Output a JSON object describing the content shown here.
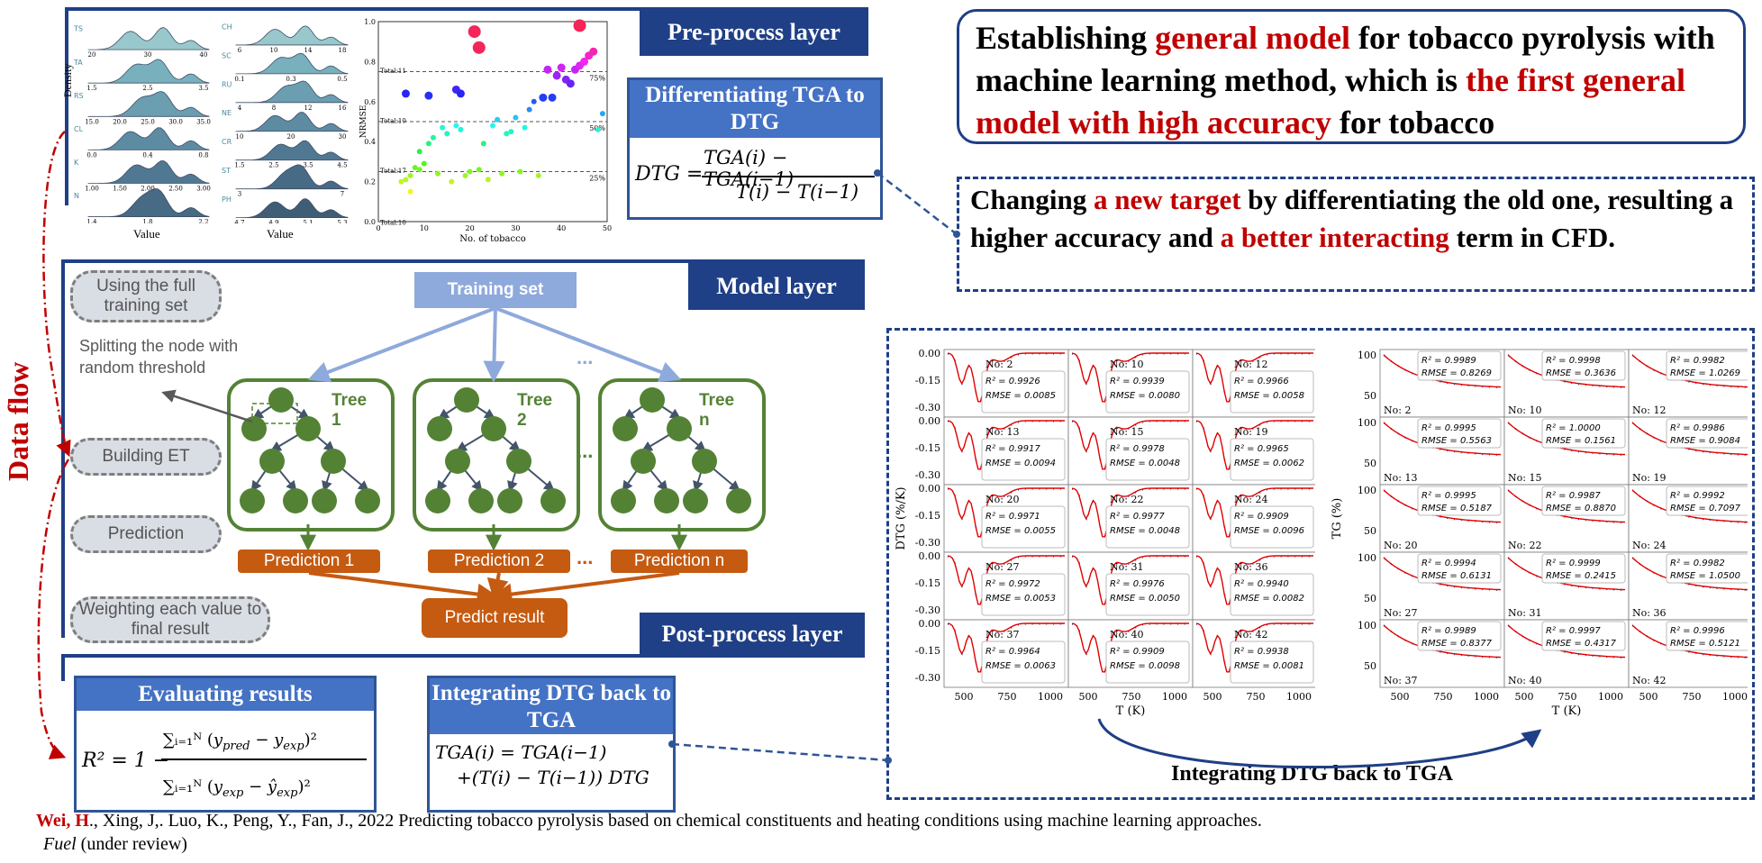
{
  "layers": {
    "preprocess": "Pre-process layer",
    "model": "Model layer",
    "postprocess": "Post-process layer"
  },
  "left_axis_label": "Data flow",
  "density": {
    "ylabel": "Density",
    "xlabel_left": "Value",
    "xlabel_right": "Value",
    "left_rows": [
      {
        "name": "TS",
        "ticks": [
          "20",
          "30",
          "40"
        ]
      },
      {
        "name": "TA",
        "ticks": [
          "1.5",
          "2.5",
          "3.5"
        ]
      },
      {
        "name": "RS",
        "ticks": [
          "15.0",
          "20.0",
          "25.0",
          "30.0",
          "35.0"
        ]
      },
      {
        "name": "CL",
        "ticks": [
          "0.0",
          "0.4",
          "0.8"
        ]
      },
      {
        "name": "K",
        "ticks": [
          "1.00",
          "1.50",
          "2.00",
          "2.50",
          "3.00"
        ]
      },
      {
        "name": "N",
        "ticks": [
          "1.4",
          "1.8",
          "2.2"
        ]
      }
    ],
    "right_rows": [
      {
        "name": "CH",
        "ticks": [
          "6",
          "10",
          "14",
          "18"
        ]
      },
      {
        "name": "SC",
        "ticks": [
          "0.1",
          "0.3",
          "0.5"
        ]
      },
      {
        "name": "RU",
        "ticks": [
          "4",
          "8",
          "12",
          "16"
        ]
      },
      {
        "name": "NE",
        "ticks": [
          "10",
          "20",
          "30"
        ]
      },
      {
        "name": "CR",
        "ticks": [
          "1.5",
          "2.5",
          "3.5",
          "4.5"
        ]
      },
      {
        "name": "ST",
        "ticks": [
          "3",
          "7"
        ]
      },
      {
        "name": "PH",
        "ticks": [
          "4.7",
          "4.9",
          "5.1",
          "5.3"
        ]
      }
    ]
  },
  "chart_data": {
    "type": "scatter",
    "xlabel": "No. of tobacco",
    "ylabel": "NRMSE",
    "xlim": [
      0,
      50
    ],
    "ylim": [
      0,
      1.0
    ],
    "xticks": [
      "0",
      "10",
      "20",
      "30",
      "40",
      "50"
    ],
    "yticks": [
      "0.0",
      "0.2",
      "0.4",
      "0.6",
      "0.8",
      "1.0"
    ],
    "threshold_lines": [
      {
        "y": 0.75,
        "label": "75%"
      },
      {
        "y": 0.5,
        "label": "50%"
      },
      {
        "y": 0.25,
        "label": "25%"
      }
    ],
    "total_labels": [
      "Total:11",
      "Total:10",
      "Total:17",
      "Total:10"
    ],
    "points": [
      {
        "x": 5,
        "y": 0.2
      },
      {
        "x": 6,
        "y": 0.21
      },
      {
        "x": 7,
        "y": 0.15
      },
      {
        "x": 7,
        "y": 0.23
      },
      {
        "x": 8,
        "y": 0.27
      },
      {
        "x": 9,
        "y": 0.26
      },
      {
        "x": 10,
        "y": 0.29
      },
      {
        "x": 9,
        "y": 0.35
      },
      {
        "x": 11,
        "y": 0.39
      },
      {
        "x": 12,
        "y": 0.42
      },
      {
        "x": 13,
        "y": 0.24
      },
      {
        "x": 14,
        "y": 0.47
      },
      {
        "x": 15,
        "y": 0.44
      },
      {
        "x": 16,
        "y": 0.2
      },
      {
        "x": 17,
        "y": 0.48
      },
      {
        "x": 18,
        "y": 0.46
      },
      {
        "x": 19,
        "y": 0.23
      },
      {
        "x": 20,
        "y": 0.25
      },
      {
        "x": 22,
        "y": 0.26
      },
      {
        "x": 23,
        "y": 0.39
      },
      {
        "x": 24,
        "y": 0.21
      },
      {
        "x": 25,
        "y": 0.48
      },
      {
        "x": 26,
        "y": 0.51
      },
      {
        "x": 27,
        "y": 0.24
      },
      {
        "x": 28,
        "y": 0.44
      },
      {
        "x": 29,
        "y": 0.45
      },
      {
        "x": 30,
        "y": 0.52
      },
      {
        "x": 31,
        "y": 0.25
      },
      {
        "x": 32,
        "y": 0.47
      },
      {
        "x": 33,
        "y": 0.56
      },
      {
        "x": 34,
        "y": 0.6
      },
      {
        "x": 35,
        "y": 0.23
      },
      {
        "x": 36,
        "y": 0.62
      },
      {
        "x": 38,
        "y": 0.62
      },
      {
        "x": 37,
        "y": 0.76
      },
      {
        "x": 39,
        "y": 0.73
      },
      {
        "x": 40,
        "y": 0.77
      },
      {
        "x": 41,
        "y": 0.71
      },
      {
        "x": 42,
        "y": 0.69
      },
      {
        "x": 43,
        "y": 0.76
      },
      {
        "x": 44,
        "y": 0.78
      },
      {
        "x": 45,
        "y": 0.8
      },
      {
        "x": 46,
        "y": 0.83
      },
      {
        "x": 47,
        "y": 0.85
      },
      {
        "x": 48,
        "y": 0.46
      },
      {
        "x": 49,
        "y": 0.54
      },
      {
        "x": 6,
        "y": 0.64
      },
      {
        "x": 11,
        "y": 0.63
      },
      {
        "x": 17,
        "y": 0.66
      },
      {
        "x": 18,
        "y": 0.64
      },
      {
        "x": 21,
        "y": 0.95
      },
      {
        "x": 22,
        "y": 0.87
      },
      {
        "x": 44,
        "y": 0.98
      }
    ]
  },
  "diff_box": {
    "title": "Differentiating TGA to DTG",
    "lhs": "DTG =",
    "num": "TGA(i) − TGA(i−1)",
    "den": "T(i) − T(i−1)"
  },
  "headline": {
    "p1": "Establishing ",
    "p2": "general model",
    "p3": " for tobacco pyrolysis with machine learning method, which is ",
    "p4": "the first general model with high accuracy",
    "p5": " for tobacco"
  },
  "note2": {
    "p1": "Changing ",
    "p2": "a new target",
    "p3": " by differentiating the old one, resulting a higher accuracy and ",
    "p4": "a better interacting",
    "p5": " term in CFD."
  },
  "model": {
    "training_set": "Training set",
    "dots": "...",
    "trees": [
      {
        "label": "Tree 1",
        "pred": "Prediction 1"
      },
      {
        "label": "Tree 2",
        "pred": "Prediction 2"
      },
      {
        "label": "Tree n",
        "pred": "Prediction n"
      }
    ],
    "predict_result": "Predict result",
    "pills": [
      "Using the full training set",
      "Building ET",
      "Prediction",
      "Weighting each value to final result"
    ],
    "splitting_note": "Splitting the node with random threshold"
  },
  "eval_box": {
    "title": "Evaluating results",
    "formula": "R² = 1 − Σ(y_pred − y_exp)² / Σ(y_exp − ŷ_exp)²"
  },
  "integ_box": {
    "title": "Integrating DTG back to TGA",
    "line1": "TGA(i) = TGA(i−1)",
    "line2": "+(T(i) − T(i−1)) DTG"
  },
  "dtg_grid": {
    "ylabel": "DTG (%/K)",
    "xlabel": "T (K)",
    "yticks": [
      "0.00",
      "-0.15",
      "-0.30"
    ],
    "xticks": [
      "500",
      "750",
      "1000"
    ],
    "cells": [
      {
        "no": "No: 2",
        "r2": "R² = 0.9926",
        "rmse": "RMSE = 0.0085"
      },
      {
        "no": "No: 10",
        "r2": "R² = 0.9939",
        "rmse": "RMSE = 0.0080"
      },
      {
        "no": "No: 12",
        "r2": "R² = 0.9966",
        "rmse": "RMSE = 0.0058"
      },
      {
        "no": "No: 13",
        "r2": "R² = 0.9917",
        "rmse": "RMSE = 0.0094"
      },
      {
        "no": "No: 15",
        "r2": "R² = 0.9978",
        "rmse": "RMSE = 0.0048"
      },
      {
        "no": "No: 19",
        "r2": "R² = 0.9965",
        "rmse": "RMSE = 0.0062"
      },
      {
        "no": "No: 20",
        "r2": "R² = 0.9971",
        "rmse": "RMSE = 0.0055"
      },
      {
        "no": "No: 22",
        "r2": "R² = 0.9977",
        "rmse": "RMSE = 0.0048"
      },
      {
        "no": "No: 24",
        "r2": "R² = 0.9909",
        "rmse": "RMSE = 0.0096"
      },
      {
        "no": "No: 27",
        "r2": "R² = 0.9972",
        "rmse": "RMSE = 0.0053"
      },
      {
        "no": "No: 31",
        "r2": "R² = 0.9976",
        "rmse": "RMSE = 0.0050"
      },
      {
        "no": "No: 36",
        "r2": "R² = 0.9940",
        "rmse": "RMSE = 0.0082"
      },
      {
        "no": "No: 37",
        "r2": "R² = 0.9964",
        "rmse": "RMSE = 0.0063"
      },
      {
        "no": "No: 40",
        "r2": "R² = 0.9909",
        "rmse": "RMSE = 0.0098"
      },
      {
        "no": "No: 42",
        "r2": "R² = 0.9938",
        "rmse": "RMSE = 0.0081"
      }
    ]
  },
  "tg_grid": {
    "ylabel": "TG (%)",
    "xlabel": "T (K)",
    "yticks": [
      "100",
      "50"
    ],
    "xticks": [
      "500",
      "750",
      "1000"
    ],
    "cells": [
      {
        "no": "No: 2",
        "r2": "R² = 0.9989",
        "rmse": "RMSE = 0.8269"
      },
      {
        "no": "No: 10",
        "r2": "R² = 0.9998",
        "rmse": "RMSE = 0.3636"
      },
      {
        "no": "No: 12",
        "r2": "R² = 0.9982",
        "rmse": "RMSE = 1.0269"
      },
      {
        "no": "No: 13",
        "r2": "R² = 0.9995",
        "rmse": "RMSE = 0.5563"
      },
      {
        "no": "No: 15",
        "r2": "R² = 1.0000",
        "rmse": "RMSE = 0.1561"
      },
      {
        "no": "No: 19",
        "r2": "R² = 0.9986",
        "rmse": "RMSE = 0.9084"
      },
      {
        "no": "No: 20",
        "r2": "R² = 0.9995",
        "rmse": "RMSE = 0.5187"
      },
      {
        "no": "No: 22",
        "r2": "R² = 0.9987",
        "rmse": "RMSE = 0.8870"
      },
      {
        "no": "No: 24",
        "r2": "R² = 0.9992",
        "rmse": "RMSE = 0.7097"
      },
      {
        "no": "No: 27",
        "r2": "R² = 0.9994",
        "rmse": "RMSE = 0.6131"
      },
      {
        "no": "No: 31",
        "r2": "R² = 0.9999",
        "rmse": "RMSE = 0.2415"
      },
      {
        "no": "No: 36",
        "r2": "R² = 0.9982",
        "rmse": "RMSE = 1.0500"
      },
      {
        "no": "No: 37",
        "r2": "R² = 0.9989",
        "rmse": "RMSE = 0.8377"
      },
      {
        "no": "No: 40",
        "r2": "R² = 0.9997",
        "rmse": "RMSE = 0.4317"
      },
      {
        "no": "No: 42",
        "r2": "R² = 0.9996",
        "rmse": "RMSE = 0.5121"
      }
    ]
  },
  "integrating_caption": "Integrating DTG back to TGA",
  "citation": {
    "author": "Wei, H",
    "rest": "., Xing, J,. Luo, K., Peng, Y., Fan, J., 2022 Predicting tobacco pyrolysis based on chemical constituents and heating conditions using machine learning approaches.",
    "journal": "Fuel",
    "status": " (under review)"
  },
  "colors": {
    "header_blue": "#1f3f86",
    "box_blue": "#4472c4",
    "tree_green": "#548235",
    "pred_orange": "#c55a11",
    "highlight_red": "#c00000"
  }
}
